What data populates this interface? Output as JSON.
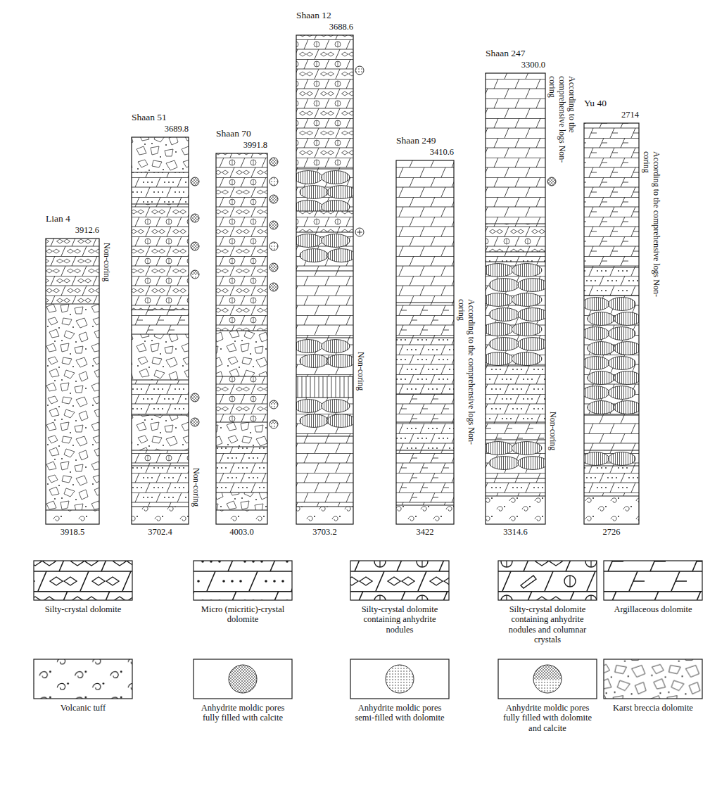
{
  "diagram": {
    "nodes": [
      {
        "text": [
          "Lian 4",
          "3912.6",
          "3918.5",
          "Non-coring"
        ]
      },
      {
        "text": [
          "Shaan 51",
          "3689.8",
          "3702.4",
          "Non-coring"
        ]
      },
      {
        "text": [
          "Shaan 70",
          "3991.8",
          "4003.0"
        ]
      },
      {
        "text": [
          "Shaan 12",
          "3688.6",
          "3703.2",
          "Non-coring"
        ]
      },
      {
        "text": [
          "Shaan 249",
          "3410.6",
          "3422",
          "According to the comprehensive logs Non-coring"
        ]
      },
      {
        "text": [
          "Shaan 247",
          "3300.0",
          "3314.6",
          "According to the comprehensive logs Non-coring",
          "Non-coring"
        ]
      },
      {
        "text": [
          "Yu 40",
          "2714",
          "2726",
          "According to the comprehensive logs Non-coring"
        ]
      }
    ],
    "legend": [
      {
        "text": "Silty-crystal dolomite"
      },
      {
        "text": "Micro (micritic)-crystal dolomite"
      },
      {
        "text": "Silty-crystal dolomite containing anhydrite nodules"
      },
      {
        "text": "Silty-crystal dolomite containing anhydrite nodules and columnar crystals"
      },
      {
        "text": "Argillaceous dolomite"
      },
      {
        "text": "Volcanic tuff"
      },
      {
        "text": "Anhydrite moldic pores fully filled with calcite"
      },
      {
        "text": "Anhydrite moldic pores semi-filled with dolomite"
      },
      {
        "text": "Anhydrite moldic pores fully filled with dolomite and calcite"
      },
      {
        "text": "Karst breccia dolomite"
      }
    ]
  }
}
